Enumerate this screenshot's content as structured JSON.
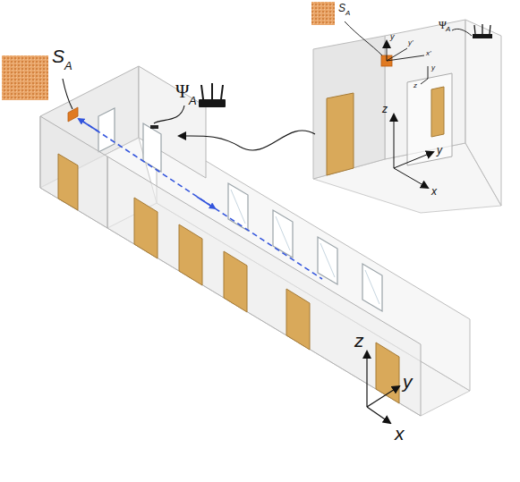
{
  "diagram": {
    "labels": [
      "S",
      "A",
      "Ψ",
      "A",
      "S",
      "A",
      "Ψ",
      "A",
      "y",
      "y'",
      "x'",
      "y",
      "z",
      "z",
      "y",
      "x",
      "z",
      "y",
      "x"
    ]
  }
}
